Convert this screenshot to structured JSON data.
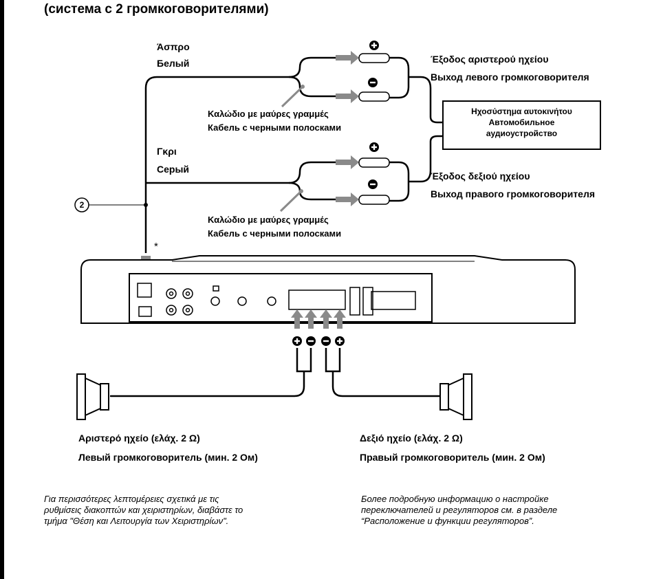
{
  "title": "(система с 2 громкоговорителями)",
  "wires": {
    "white": [
      "Άσπρο",
      "Белый"
    ],
    "gray": [
      "Γκρι",
      "Серый"
    ],
    "striped_1": [
      "Καλώδιο με μαύρες γραμμές",
      "Кабель с черными полосками"
    ],
    "striped_2": [
      "Καλώδιο με μαύρες γραμμές",
      "Кабель с черными полосками"
    ]
  },
  "outputs": {
    "left": [
      "Έξοδος αριστερού ηχείου",
      "Выход левого громкоговорителя"
    ],
    "right": [
      "Έξοδος δεξιού ηχείου",
      "Выход правого громкоговорителя"
    ]
  },
  "car_unit": [
    "Ηχοσύστημα αυτοκινήτου",
    "Автомобильное",
    "аудиоустройство"
  ],
  "callout_number": "2",
  "asterisk": "*",
  "speakers": {
    "left": [
      "Αριστερό ηχείο (ελάχ. 2 Ω)",
      "Левый громкоговоритель (мин. 2 Ом)"
    ],
    "right": [
      "Δεξιό ηχείο (ελάχ. 2 Ω)",
      "Правый громкоговоритель (мин. 2 Ом)"
    ]
  },
  "notes": {
    "greek": "Για περισσότερες λεπτομέρειες σχετικά με τις ρυθμίσεις διακοπτών και χειριστηρίων, διαβάστε το τμήμα \"Θέση και Λειτουργία των Χειριστηρίων\".",
    "russian": "Более подробную информацию о настройке переключателей и регуляторов см. в разделе “Расположение и функции регуляторов”."
  },
  "colors": {
    "arrow": "#8a8a8a",
    "ink": "#000000",
    "amp_body": "#ffffff"
  }
}
